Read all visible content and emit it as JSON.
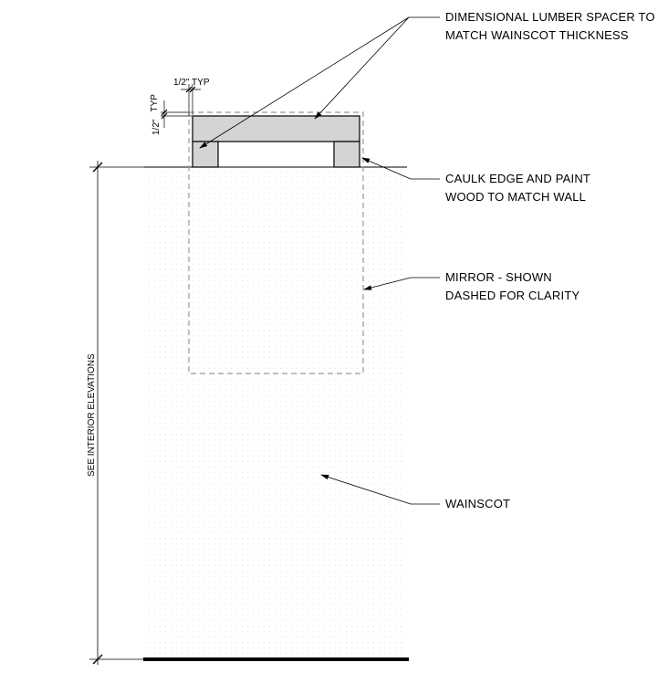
{
  "notes": {
    "spacer_line1": "DIMENSIONAL LUMBER SPACER TO",
    "spacer_line2": "MATCH WAINSCOT THICKNESS",
    "caulk_line1": "CAULK EDGE AND PAINT",
    "caulk_line2": "WOOD TO MATCH WALL",
    "mirror_line1": "MIRROR - SHOWN",
    "mirror_line2": "DASHED FOR CLARITY",
    "wainscot": "WAINSCOT"
  },
  "dimensions": {
    "top_typ": "1/2\" TYP",
    "side_typ_value": "1/2\"",
    "side_typ_suffix": "TYP",
    "height_note": "SEE INTERIOR ELEVATIONS"
  },
  "colors": {
    "lumber_fill": "#d4d4d4",
    "line": "#000000",
    "mirror_dash": "#9a9a9a",
    "wainscot_texture": "#e6e6e6"
  }
}
